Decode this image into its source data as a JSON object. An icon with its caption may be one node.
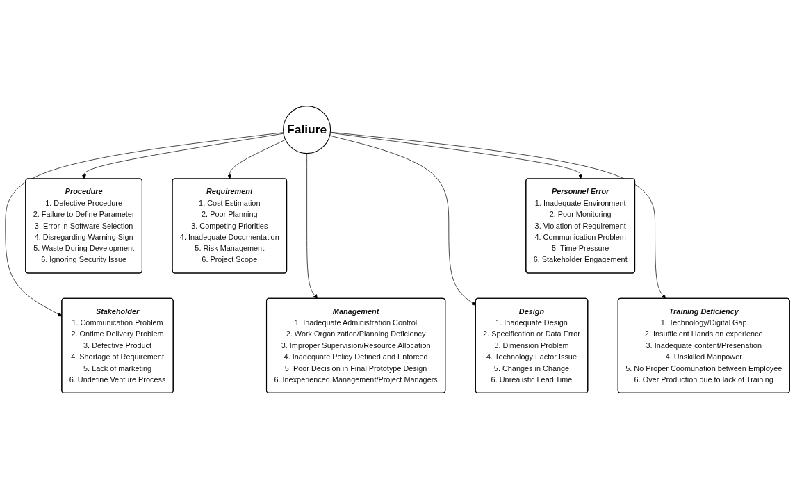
{
  "diagram": {
    "nodes": [
      {
        "text": [
          "Requirement",
          "1. Cost Estimation",
          "2. Poor Planning",
          "3. Competing Priorities",
          "4. Inadequate Documentation",
          "5. Risk Management",
          "6. Project Scope"
        ]
      },
      {
        "text": [
          "Procedure",
          "1. Defective Procedure",
          "2. Failure to Define Parameter",
          "3. Error in Software Selection",
          "4. Disregarding Warning Sign",
          "5. Waste During Development",
          "6. Ignoring Security Issue"
        ]
      },
      {
        "text": [
          "Personnel Error",
          "1. Inadequate Environment",
          "2. Poor Monitoring",
          "3. Violation of Requirement",
          "4. Communication Problem",
          "5. Time Pressure",
          "6. Stakeholder Engagement"
        ]
      },
      {
        "text": [
          "Stakeholder",
          "1. Communication Problem",
          "2. Ontime Delivery Problem",
          "3. Defective Product",
          "4. Shortage of Requirement",
          "5. Lack of marketing",
          "6. Undefine Venture Process"
        ]
      },
      {
        "text": [
          "Faliure"
        ]
      },
      {
        "text": [
          "Design",
          "1. Inadequate Design",
          "2. Specification or Data Error",
          "3. Dimension Problem",
          "4. Technology Factor Issue",
          "5. Changes in Change",
          "6. Unrealistic Lead Time"
        ]
      },
      {
        "text": [
          "Management",
          "1. Inadequate Administration Control",
          "2. Work Organization/Planning Deficiency",
          "3. Improper Supervision/Resource Allocation",
          "4. Inadequate Policy Defined and Enforced",
          "5. Poor Decision in Final Prototype Design",
          "6. Inexperienced Management/Project Managers"
        ]
      },
      {
        "text": [
          "Training Deficiency",
          "1. Technology/Digital Gap",
          "2. Insufficient Hands on experience",
          "3. Inadequate content/Presenation",
          "4. Unskilled Manpower",
          "5. No Proper Coomunation between Employee",
          "6. Over Production due to lack of Training"
        ]
      }
    ],
    "edges": [
      {
        "from": 4,
        "to": 0,
        "arrow": "to"
      },
      {
        "from": 4,
        "to": 1,
        "arrow": "to"
      },
      {
        "from": 4,
        "to": 2,
        "arrow": "to"
      },
      {
        "from": 4,
        "to": 3,
        "arrow": "to"
      },
      {
        "from": 4,
        "to": 5,
        "arrow": "to"
      },
      {
        "from": 4,
        "to": 6,
        "arrow": "to"
      },
      {
        "from": 4,
        "to": 7,
        "arrow": "to"
      }
    ]
  }
}
